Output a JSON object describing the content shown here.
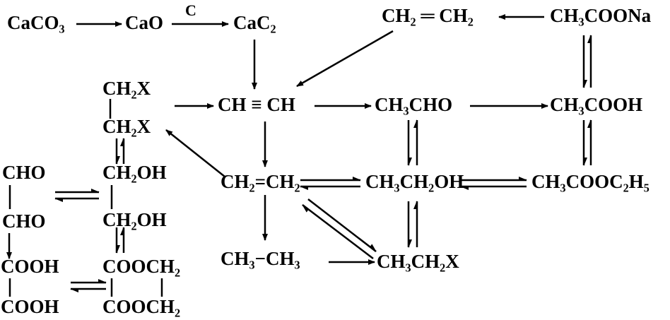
{
  "compounds": {
    "caco3": "CaCO₃",
    "cao": "CaO",
    "cac2": "CaC₂",
    "ethene_top": "CH₂ ═ CH₂",
    "sodium_acetate": "CH₃COONa",
    "dihalide_1": "CH₂X",
    "dihalide_2": "CH₂X",
    "acetylene": "CH ≡ CH",
    "acetaldehyde": "CH₃CHO",
    "acetic_acid": "CH₃COOH",
    "glyoxal_1": "CHO",
    "glyoxal_2": "CHO",
    "glycol_1": "CH₂OH",
    "glycol_2": "CH₂OH",
    "ethene": "CH₂=CH₂",
    "ethanol": "CH₃CH₂OH",
    "ethyl_acetate": "CH₃COOC₂H₅",
    "ethane": "CH₃−CH₃",
    "haloethane": "CH₃CH₂X",
    "oxalic_1": "COOH",
    "oxalic_2": "COOH",
    "ester_1": "COOCH₂",
    "ester_2": "COOCH₂"
  },
  "reagents": {
    "carbon": "C"
  }
}
